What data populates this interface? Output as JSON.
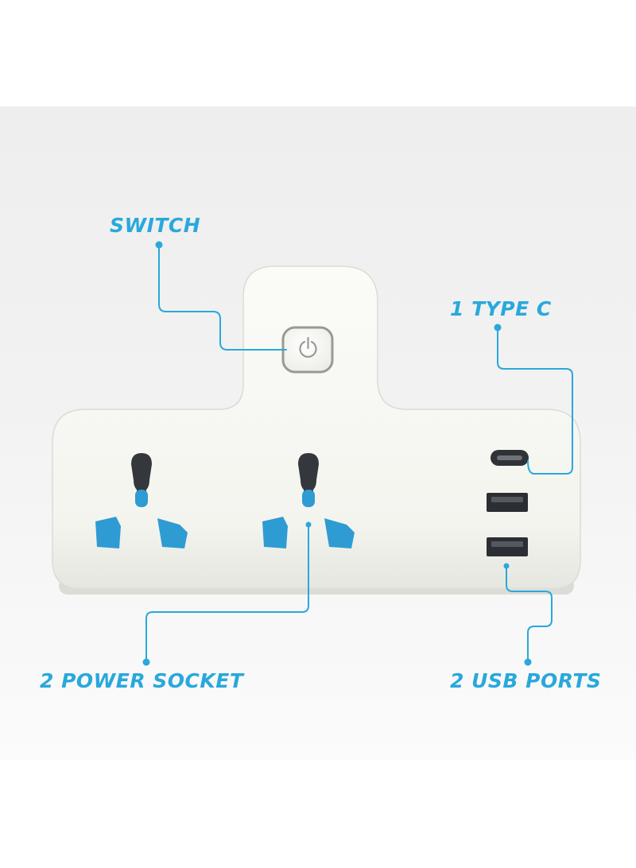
{
  "labels": {
    "switch": "SWITCH",
    "type_c": "1 TYPE C",
    "power_socket": "2 POWER SOCKET",
    "usb_ports": "2 USB PORTS"
  },
  "colors": {
    "accent": "#29a8dc",
    "socket_insert": "#2e9bd3",
    "device_body": "#f6f6f2",
    "background": "#f1f1f1"
  },
  "icons": {
    "switch_button": "power-icon"
  }
}
